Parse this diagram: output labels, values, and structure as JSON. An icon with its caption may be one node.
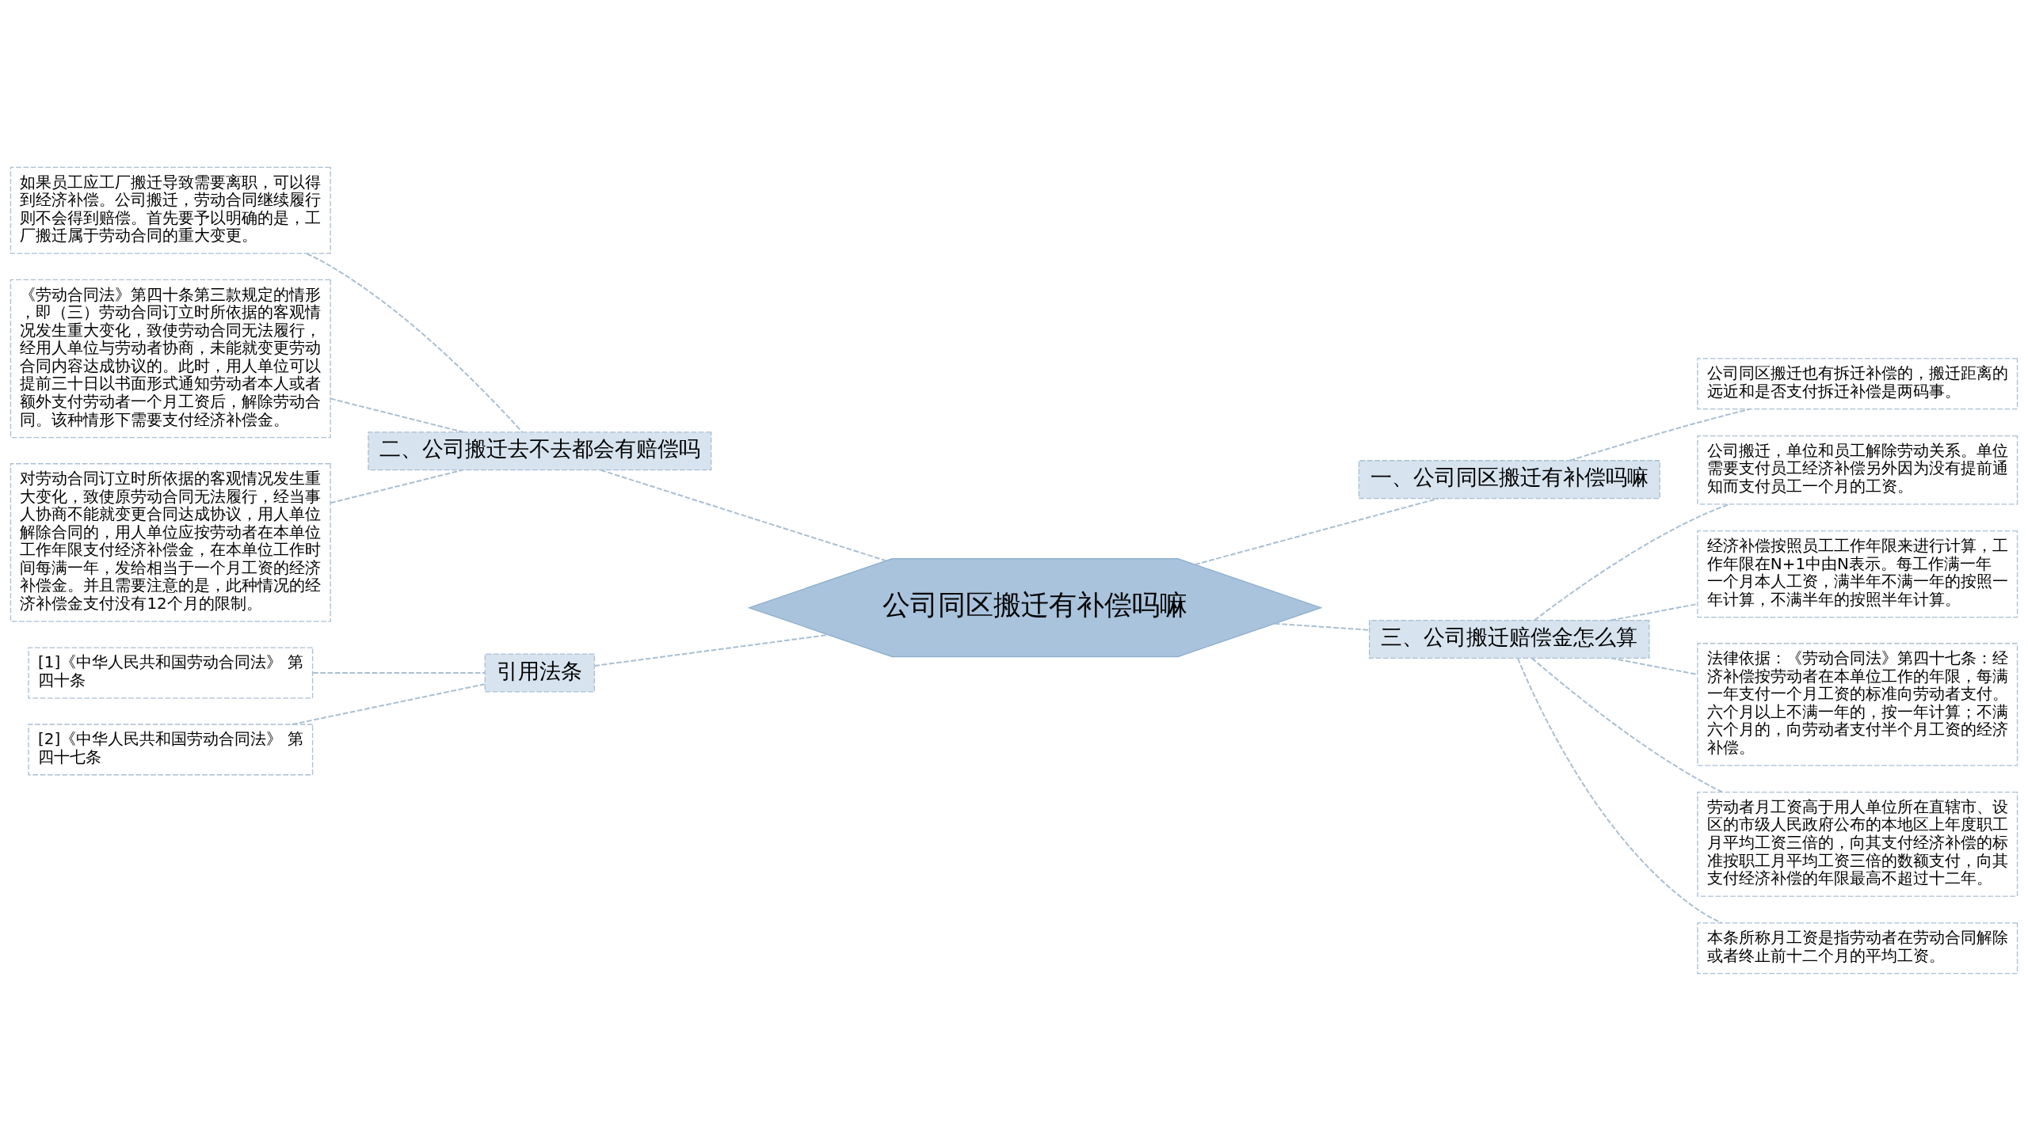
{
  "diagram": {
    "nodes": [
      {
        "text": [
          "公司同区搬迁有补偿吗嘛"
        ]
      },
      {
        "text": [
          "二、公司搬迁去不去都会有赔偿吗"
        ]
      },
      {
        "text": [
          "如果员工应工厂搬迁导致需要离职，可以得到经济补偿。公司搬迁，劳动合同继续履行则不会得到赔偿。首先要予以明确的是，工厂搬迁属于劳动合同的重大变更。"
        ]
      },
      {
        "text": [
          "《劳动合同法》第四十条第三款规定的情形，即（三）劳动合同订立时所依据的客观情况发生重大变化，致使劳动合同无法履行，经用人单位与劳动者协商，未能就变更劳动合同内容达成协议的。此时，用人单位可以提前三十日以书面形式通知劳动者本人或者额外支付劳动者一个月工资后，解除劳动合同。该种情形下需要支付经济补偿金。"
        ]
      },
      {
        "text": [
          "对劳动合同订立时所依据的客观情况发生重大变化，致使原劳动合同无法履行，经当事人协商不能就变更合同达成协议，用人单位解除合同的，用人单位应按劳动者在本单位工作年限支付经济补偿金，在本单位工作时间每满一年，发给相当于一个月工资的经济补偿金。并且需要注意的是，此种情况的经济补偿金支付没有12个月的限制。"
        ]
      },
      {
        "text": [
          "引用法条"
        ]
      },
      {
        "text": [
          "[1]《中华人民共和国劳动合同法》 第四十条"
        ]
      },
      {
        "text": [
          "[2]《中华人民共和国劳动合同法》 第四十七条"
        ]
      },
      {
        "text": [
          "一、公司同区搬迁有补偿吗嘛"
        ]
      },
      {
        "text": [
          "公司同区搬迁也有拆迁补偿的，搬迁距离的远近和是否支付拆迁补偿是两码事。"
        ]
      },
      {
        "text": [
          "三、公司搬迁赔偿金怎么算"
        ]
      },
      {
        "text": [
          "公司搬迁，单位和员工解除劳动关系。单位需要支付员工经济补偿另外因为没有提前通知而支付员工一个月的工资。"
        ]
      },
      {
        "text": [
          "经济补偿按照员工工作年限来进行计算，工作年限在N+1中由N表示。每工作满一年一个月本人工资，满半年不满一年的按照一年计算，不满半年的按照半年计算。"
        ]
      },
      {
        "text": [
          "法律依据：《劳动合同法》第四十七条：经济补偿按劳动者在本单位工作的年限，每满一年支付一个月工资的标准向劳动者支付。六个月以上不满一年的，按一年计算；不满六个月的，向劳动者支付半个月工资的经济补偿。"
        ]
      },
      {
        "text": [
          "劳动者月工资高于用人单位所在直辖市、设区的市级人民政府公布的本地区上年度职工月平均工资三倍的，向其支付经济补偿的标准按职工月平均工资三倍的数额支付，向其支付经济补偿的年限最高不超过十二年。"
        ]
      },
      {
        "text": [
          "本条所称月工资是指劳动者在劳动合同解除或者终止前十二个月的平均工资。"
        ]
      }
    ],
    "edges": [
      {
        "from": 0,
        "to": 1,
        "arrow": "none"
      },
      {
        "from": 1,
        "to": 2,
        "arrow": "none"
      },
      {
        "from": 1,
        "to": 3,
        "arrow": "none"
      },
      {
        "from": 1,
        "to": 4,
        "arrow": "none"
      },
      {
        "from": 0,
        "to": 5,
        "arrow": "none"
      },
      {
        "from": 5,
        "to": 6,
        "arrow": "none"
      },
      {
        "from": 5,
        "to": 7,
        "arrow": "none"
      },
      {
        "from": 0,
        "to": 8,
        "arrow": "none"
      },
      {
        "from": 8,
        "to": 9,
        "arrow": "none"
      },
      {
        "from": 0,
        "to": 10,
        "arrow": "none"
      },
      {
        "from": 10,
        "to": 11,
        "arrow": "none"
      },
      {
        "from": 10,
        "to": 12,
        "arrow": "none"
      },
      {
        "from": 10,
        "to": 13,
        "arrow": "none"
      },
      {
        "from": 10,
        "to": 14,
        "arrow": "none"
      },
      {
        "from": 10,
        "to": 15,
        "arrow": "none"
      }
    ]
  }
}
